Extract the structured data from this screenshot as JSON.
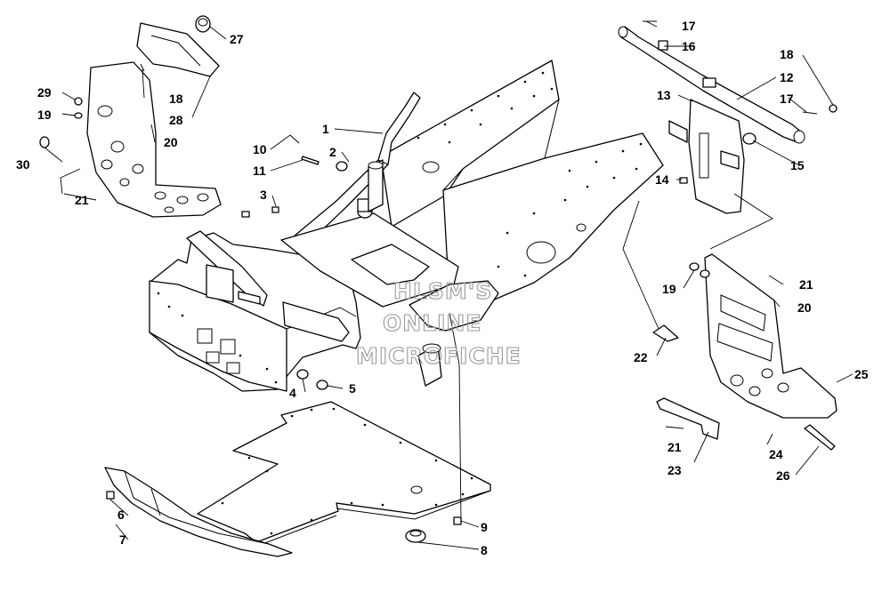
{
  "watermark": [
    "HLSM'S",
    "ONLINE",
    "MICROFICHE"
  ],
  "callouts": [
    {
      "id": "c1",
      "label": "1"
    },
    {
      "id": "c2",
      "label": "2"
    },
    {
      "id": "c3",
      "label": "3"
    },
    {
      "id": "c4",
      "label": "4"
    },
    {
      "id": "c5",
      "label": "5"
    },
    {
      "id": "c6",
      "label": "6"
    },
    {
      "id": "c7",
      "label": "7"
    },
    {
      "id": "c8",
      "label": "8"
    },
    {
      "id": "c9",
      "label": "9"
    },
    {
      "id": "c10",
      "label": "10"
    },
    {
      "id": "c11",
      "label": "11"
    },
    {
      "id": "c12",
      "label": "12"
    },
    {
      "id": "c13",
      "label": "13"
    },
    {
      "id": "c14",
      "label": "14"
    },
    {
      "id": "c15",
      "label": "15"
    },
    {
      "id": "c16",
      "label": "16"
    },
    {
      "id": "c17a",
      "label": "17"
    },
    {
      "id": "c17b",
      "label": "17"
    },
    {
      "id": "c18a",
      "label": "18"
    },
    {
      "id": "c18b",
      "label": "18"
    },
    {
      "id": "c19a",
      "label": "19"
    },
    {
      "id": "c19b",
      "label": "19"
    },
    {
      "id": "c20a",
      "label": "20"
    },
    {
      "id": "c20b",
      "label": "20"
    },
    {
      "id": "c21a",
      "label": "21"
    },
    {
      "id": "c21b",
      "label": "21"
    },
    {
      "id": "c21c",
      "label": "21"
    },
    {
      "id": "c22",
      "label": "22"
    },
    {
      "id": "c23",
      "label": "23"
    },
    {
      "id": "c24",
      "label": "24"
    },
    {
      "id": "c25",
      "label": "25"
    },
    {
      "id": "c26",
      "label": "26"
    },
    {
      "id": "c27",
      "label": "27"
    },
    {
      "id": "c28",
      "label": "28"
    },
    {
      "id": "c29",
      "label": "29"
    },
    {
      "id": "c30",
      "label": "30"
    }
  ]
}
